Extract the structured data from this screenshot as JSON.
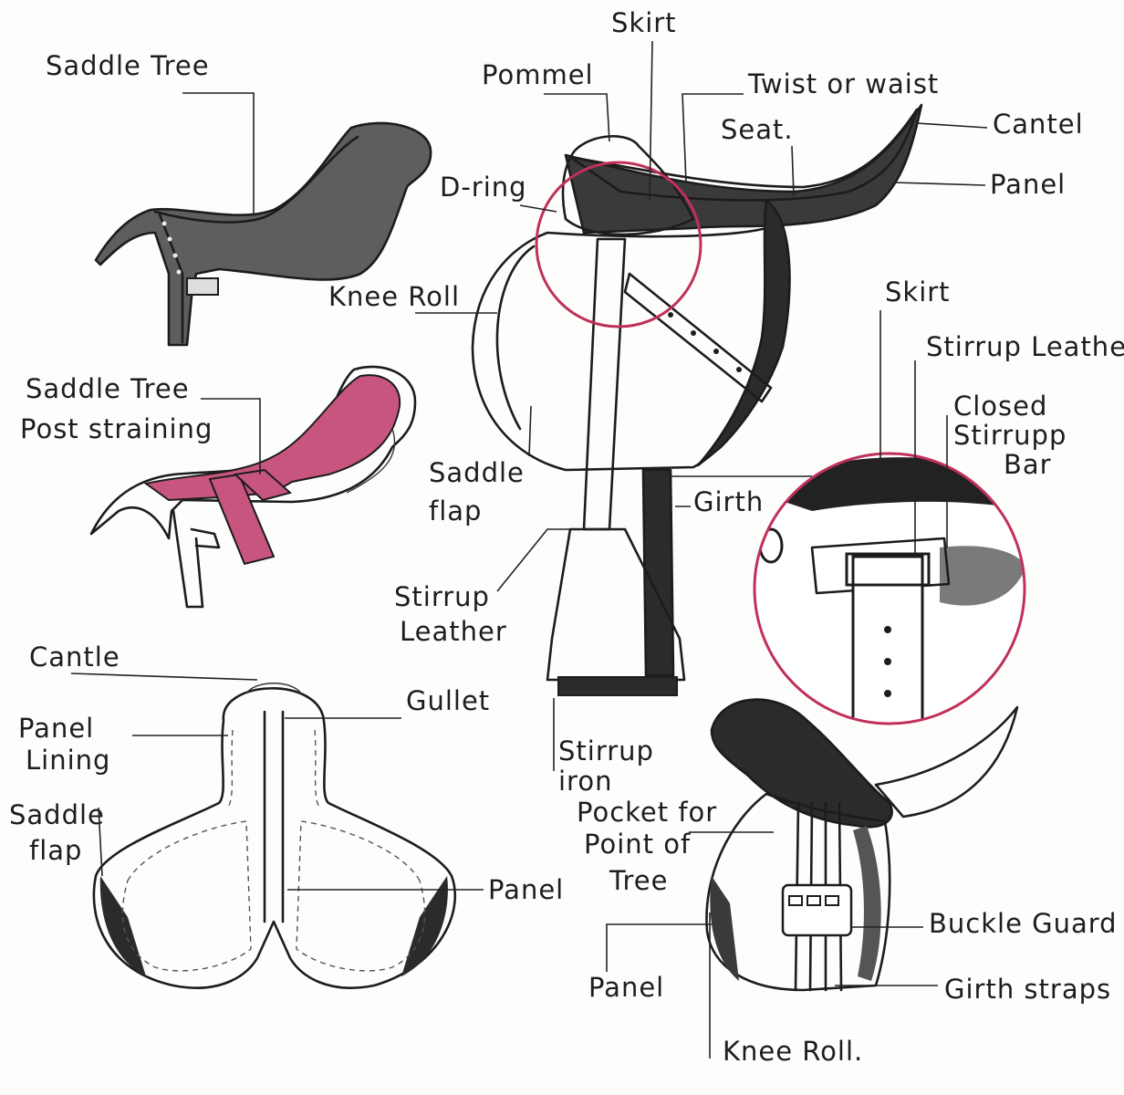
{
  "colors": {
    "ink": "#1c1c1c",
    "dark_leather": "#2b2b2b",
    "tree_grey": "#5e5e5e",
    "pink_strap": "#c8557f",
    "magenta_circle": "#c0305a",
    "paper": "#fdfdfc"
  },
  "icons": [
    "saddle-tree-drawing",
    "saddle-tree-post-straining-drawing",
    "saddle-side-view-drawing",
    "stirrup-bar-closeup-drawing",
    "saddle-underside-drawing",
    "saddle-girth-side-drawing"
  ],
  "labels": {
    "saddle_tree": "Saddle Tree",
    "saddle_tree_post_1": "Saddle Tree",
    "saddle_tree_post_2": "Post straining",
    "skirt_top": "Skirt",
    "pommel": "Pommel",
    "twist": "Twist or waist",
    "seat": "Seat.",
    "cantel": "Cantel",
    "panel_top": "Panel",
    "d_ring": "D-ring",
    "knee_roll_top": "Knee Roll",
    "saddle_flap_center_1": "Saddle",
    "saddle_flap_center_2": "flap",
    "girth": "Girth",
    "stirrup_leather_left_1": "Stirrup",
    "stirrup_leather_left_2": "Leather",
    "stirrup_iron_1": "Stirrup",
    "stirrup_iron_2": "iron",
    "skirt_right": "Skirt",
    "stirrup_leather_right": "Stirrup Leather",
    "closed_bar_1": "Closed",
    "closed_bar_2": "Stirrupp",
    "closed_bar_3": "Bar",
    "cantle": "Cantle",
    "gullet": "Gullet",
    "panel_lining_1": "Panel",
    "panel_lining_2": "Lining",
    "saddle_flap_left_1": "Saddle",
    "saddle_flap_left_2": "flap",
    "panel_bottom_left": "Panel",
    "pocket_1": "Pocket for",
    "pocket_2": "Point of",
    "pocket_3": "Tree",
    "buckle_guard": "Buckle Guard",
    "girth_straps": "Girth straps",
    "panel_bottom_right": "Panel",
    "knee_roll_bottom": "Knee Roll."
  }
}
